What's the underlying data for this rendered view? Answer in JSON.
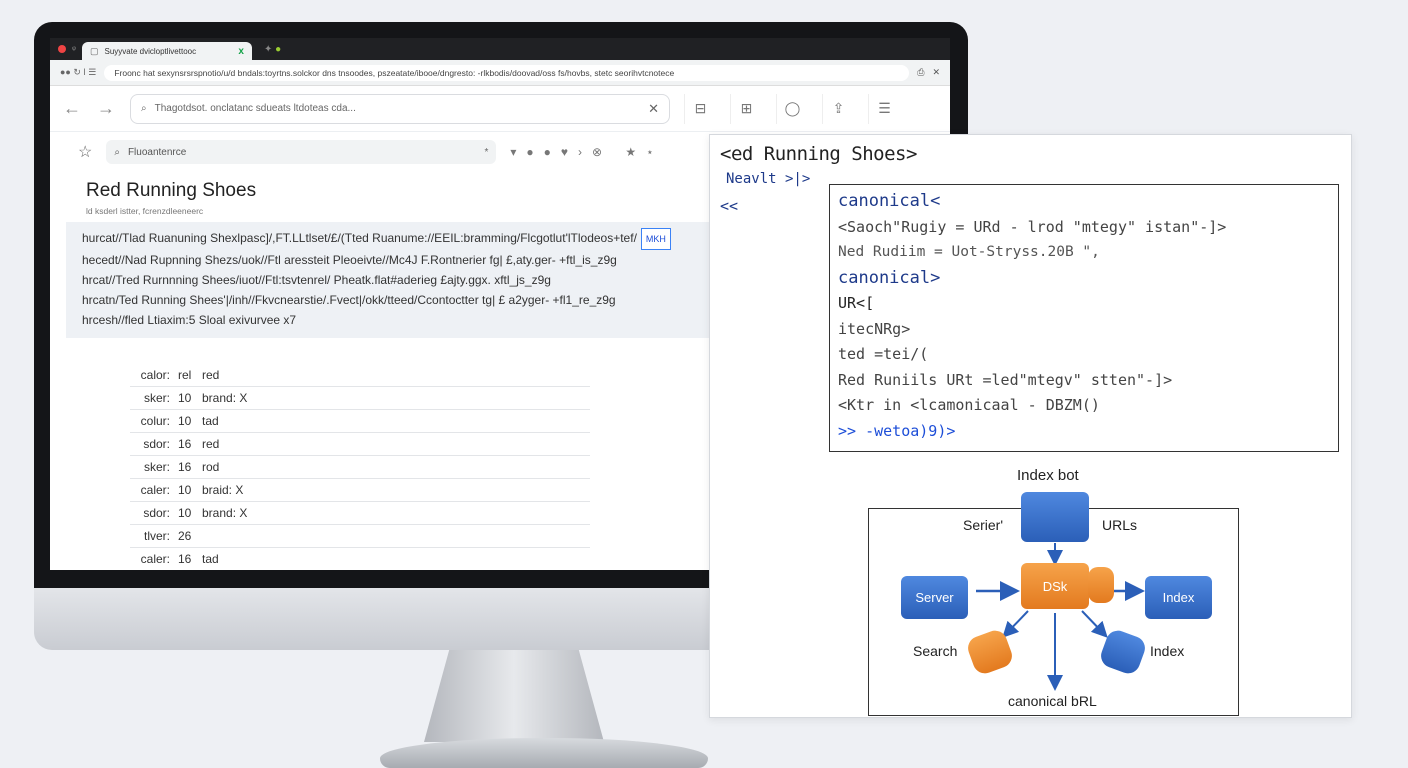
{
  "browser": {
    "tab_title": "Suyyvate dvicloptlivettooc",
    "url": "Froonc hat sexynsrsrspnotio/u/d bndals:toyrtns.solckor dns tnsoodes, pszeatate/ibooe/dngresto: -rlkbodis/doovad/oss fs/hovbs, stetc seorihvtcnotece",
    "search_text": "Thagotdsot. onclatanc sdueats ltdoteas cda...",
    "find_text": "Fluoantenrce",
    "icons": [
      "back-icon",
      "forward-icon",
      "search-icon",
      "star-icon",
      "menu-icon"
    ]
  },
  "page": {
    "title": "Red Running Shoes",
    "subtitle": "ld ksderl istter, fcrenzdleeneerc",
    "code_lines": [
      "hurcat//Tlad Ruanuning Shexlpasc]/,FT.LLtlset/£/(Tted Ruanume://EEIL:bramming/Flcgotlut'lTlodeos+tef/",
      "hecedt//Nad Rupnning Shezs/uok//Ftl aressteit Pleoeivte//Mc4J F.Rontnerier fg| £,aty.ger- +ftl_is_z9g",
      "hrcat//Tred Rurnnning Shees/iuot//Ftl:tsvtenrel/ Pheatk.flat#aderieg £ajty.ggx. xftl_js_z9g",
      "hrcatn/Ted Running Shees'|/inh//Fkvcnearstie/.Fvect|/okk/tteed/Ccontoctter tg| £ a2yger- +fl1_re_z9g",
      "hrcesh//fled Ltiaxim:5 Sloal exivurvee x7"
    ],
    "badge": "MKH",
    "table": [
      {
        "label": "calor:",
        "num": "rel",
        "val": "red"
      },
      {
        "label": "sker:",
        "num": "10",
        "val": "brand: X"
      },
      {
        "label": "colur:",
        "num": "10",
        "val": "tad"
      },
      {
        "label": "sdor:",
        "num": "16",
        "val": "red"
      },
      {
        "label": "sker:",
        "num": "16",
        "val": "rod"
      },
      {
        "label": "caler:",
        "num": "10",
        "val": "braid: X"
      },
      {
        "label": "sdor:",
        "num": "10",
        "val": "brand: X"
      },
      {
        "label": "tlver:",
        "num": "26",
        "val": ""
      },
      {
        "label": "caler:",
        "num": "16",
        "val": "tad"
      }
    ]
  },
  "panel": {
    "title": "<ed Running Shoes>",
    "meta1": "Neavlt >|>",
    "meta2": "<<",
    "code": [
      "canonical<",
      "<Saoch\"Rugiy = URd - lrod \"mtegy\" istan\"-]>",
      "  Ned Rudiim = Uot-Stryss.20B \",",
      "  canonical>",
      "UR<[",
      " itecNRg>",
      "  ted =tei/(",
      "  Red Runiils URt =led\"mtegv\" stten\"-]>",
      "<Ktr in <lcamonicaal - DBZM()",
      ">> -wetoa)9)>"
    ],
    "diagram": {
      "top_label": "Index bot",
      "labels": {
        "server_left": "Serier'",
        "urls": "URLs",
        "search": "Search",
        "index_right": "Index",
        "bottom": "canonical bRL"
      },
      "nodes": {
        "server": "Server",
        "db": "DSk",
        "index": "Index"
      }
    }
  }
}
